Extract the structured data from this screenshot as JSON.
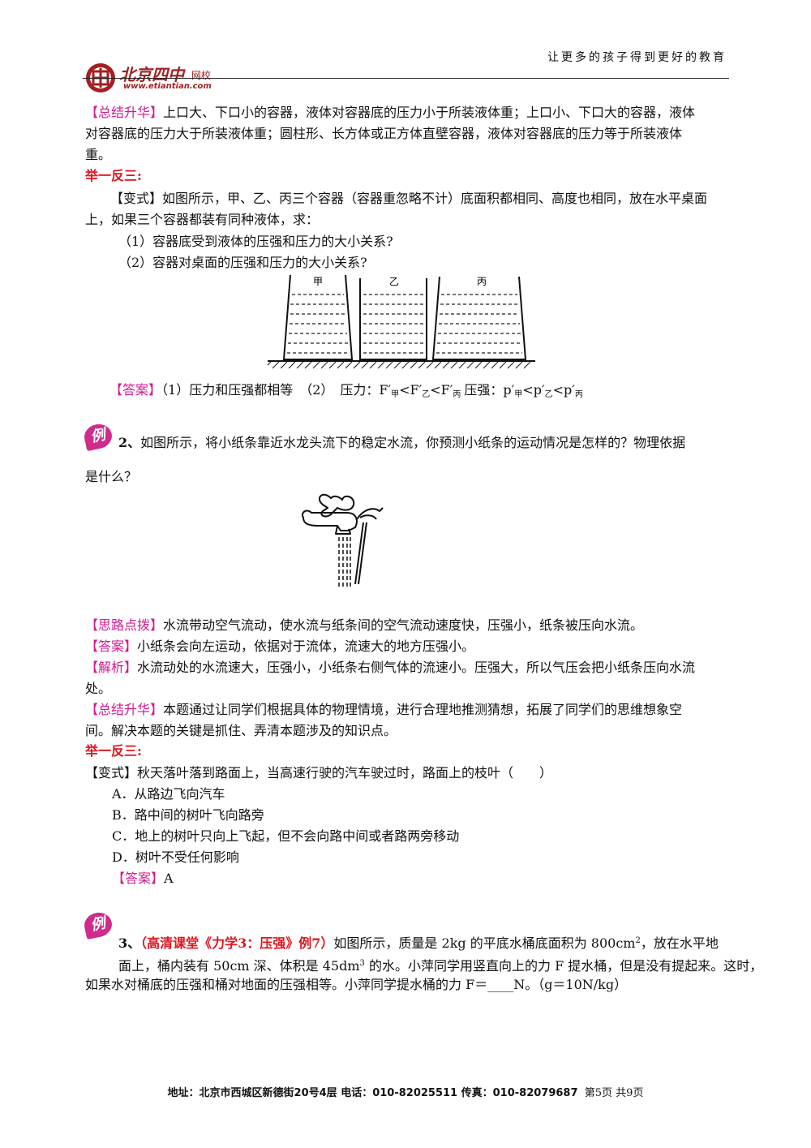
{
  "header": {
    "slogan": "让更多的孩子得到更好的教育",
    "logo_text": "北京四中",
    "logo_sub": "网校",
    "logo_url": "www.etiantian.com"
  },
  "block1": {
    "summary_tag": "【总结升华】",
    "summary_line1": "上口大、下口小的容器，液体对容器底的压力小于所装液体重；上口小、下口大的容器，液体",
    "summary_line2": "对容器底的压力大于所装液体重；圆柱形、长方体或正方体直壁容器，液体对容器底的压力等于所装液体",
    "summary_line3": "重。",
    "practice_heading": "举一反三:",
    "variant_line1": "【变式】如图所示，甲、乙、丙三个容器（容器重忽略不计）底面积都相同、高度也相同，放在水平桌面",
    "variant_line2": "上，如果三个容器都装有同种液体，求：",
    "q1": "（1）容器底受到液体的压强和压力的大小关系?",
    "q2": "（2）容器对桌面的压强和压力的大小关系?",
    "figure_labels": [
      "甲",
      "乙",
      "丙"
    ],
    "answer_tag": "【答案】",
    "answer_part1": "（1）压力和压强都相等　（2）　压力：F′",
    "answer_sub_jia": "甲",
    "answer_lt": "<F′",
    "answer_sub_yi": "乙",
    "answer_sub_bing": "丙",
    "answer_pressure": "压强：p′",
    "answer_lt2": "<p′"
  },
  "example2": {
    "badge": "例",
    "number": "2、",
    "question_line1": "如图所示，将小纸条靠近水龙头流下的稳定水流，你预测小纸条的运动情况是怎样的？物理依据",
    "question_line2": "是什么？",
    "hint_tag": "【思路点拨】",
    "hint": "水流带动空气流动，使水流与纸条间的空气流动速度快，压强小，纸条被压向水流。",
    "answer_tag": "【答案】",
    "answer": "小纸条会向左运动，依据对于流体，流速大的地方压强小。",
    "analysis_tag": "【解析】",
    "analysis_line1": "水流动处的水流速大，压强小，小纸条右侧气体的流速小。压强大，所以气压会把小纸条压向水流",
    "analysis_line2": "处。",
    "summary_tag": "【总结升华】",
    "summary_line1": "本题通过让同学们根据具体的物理情境，进行合理地推测猜想，拓展了同学们的思维想象空",
    "summary_line2": "间。解决本题的关键是抓住、弄清本题涉及的知识点。",
    "practice_heading": "举一反三:",
    "variant": "【变式】秋天落叶落到路面上，当高速行驶的汽车驶过时，路面上的枝叶（　　）",
    "options": [
      "A．从路边飞向汽车",
      "B．路中间的树叶飞向路旁",
      "C．地上的树叶只向上飞起，但不会向路中间或者路两旁移动",
      "D．树叶不受任何影响"
    ],
    "answer2_tag": "【答案】",
    "answer2": "A"
  },
  "example3": {
    "badge": "例",
    "number": "3、",
    "source": "（高清课堂《力学3：压强》例7）",
    "line1_a": "如图所示，质量是 2kg 的平底水桶底面积为 800cm",
    "line1_sup": "2",
    "line1_b": "，放在水平地",
    "line2_a": "面上，桶内装有 50cm 深、体积是 45dm",
    "line2_sup": "3",
    "line2_b": " 的水。小萍同学用竖直向上的力 F 提水桶，但是没有提起来。这时，",
    "line3": "如果水对桶底的压强和桶对地面的压强相等。小萍同学提水桶的力 F＝____N。（g＝10N/kg）"
  },
  "footer": {
    "text": "地址：北京市西城区新德街20号4层  电话：010-82025511  传真：010-82079687",
    "page": "第5页  共9页"
  },
  "colors": {
    "tag": "#d6178f",
    "red": "#e0141e",
    "logo": "#a41e22"
  }
}
